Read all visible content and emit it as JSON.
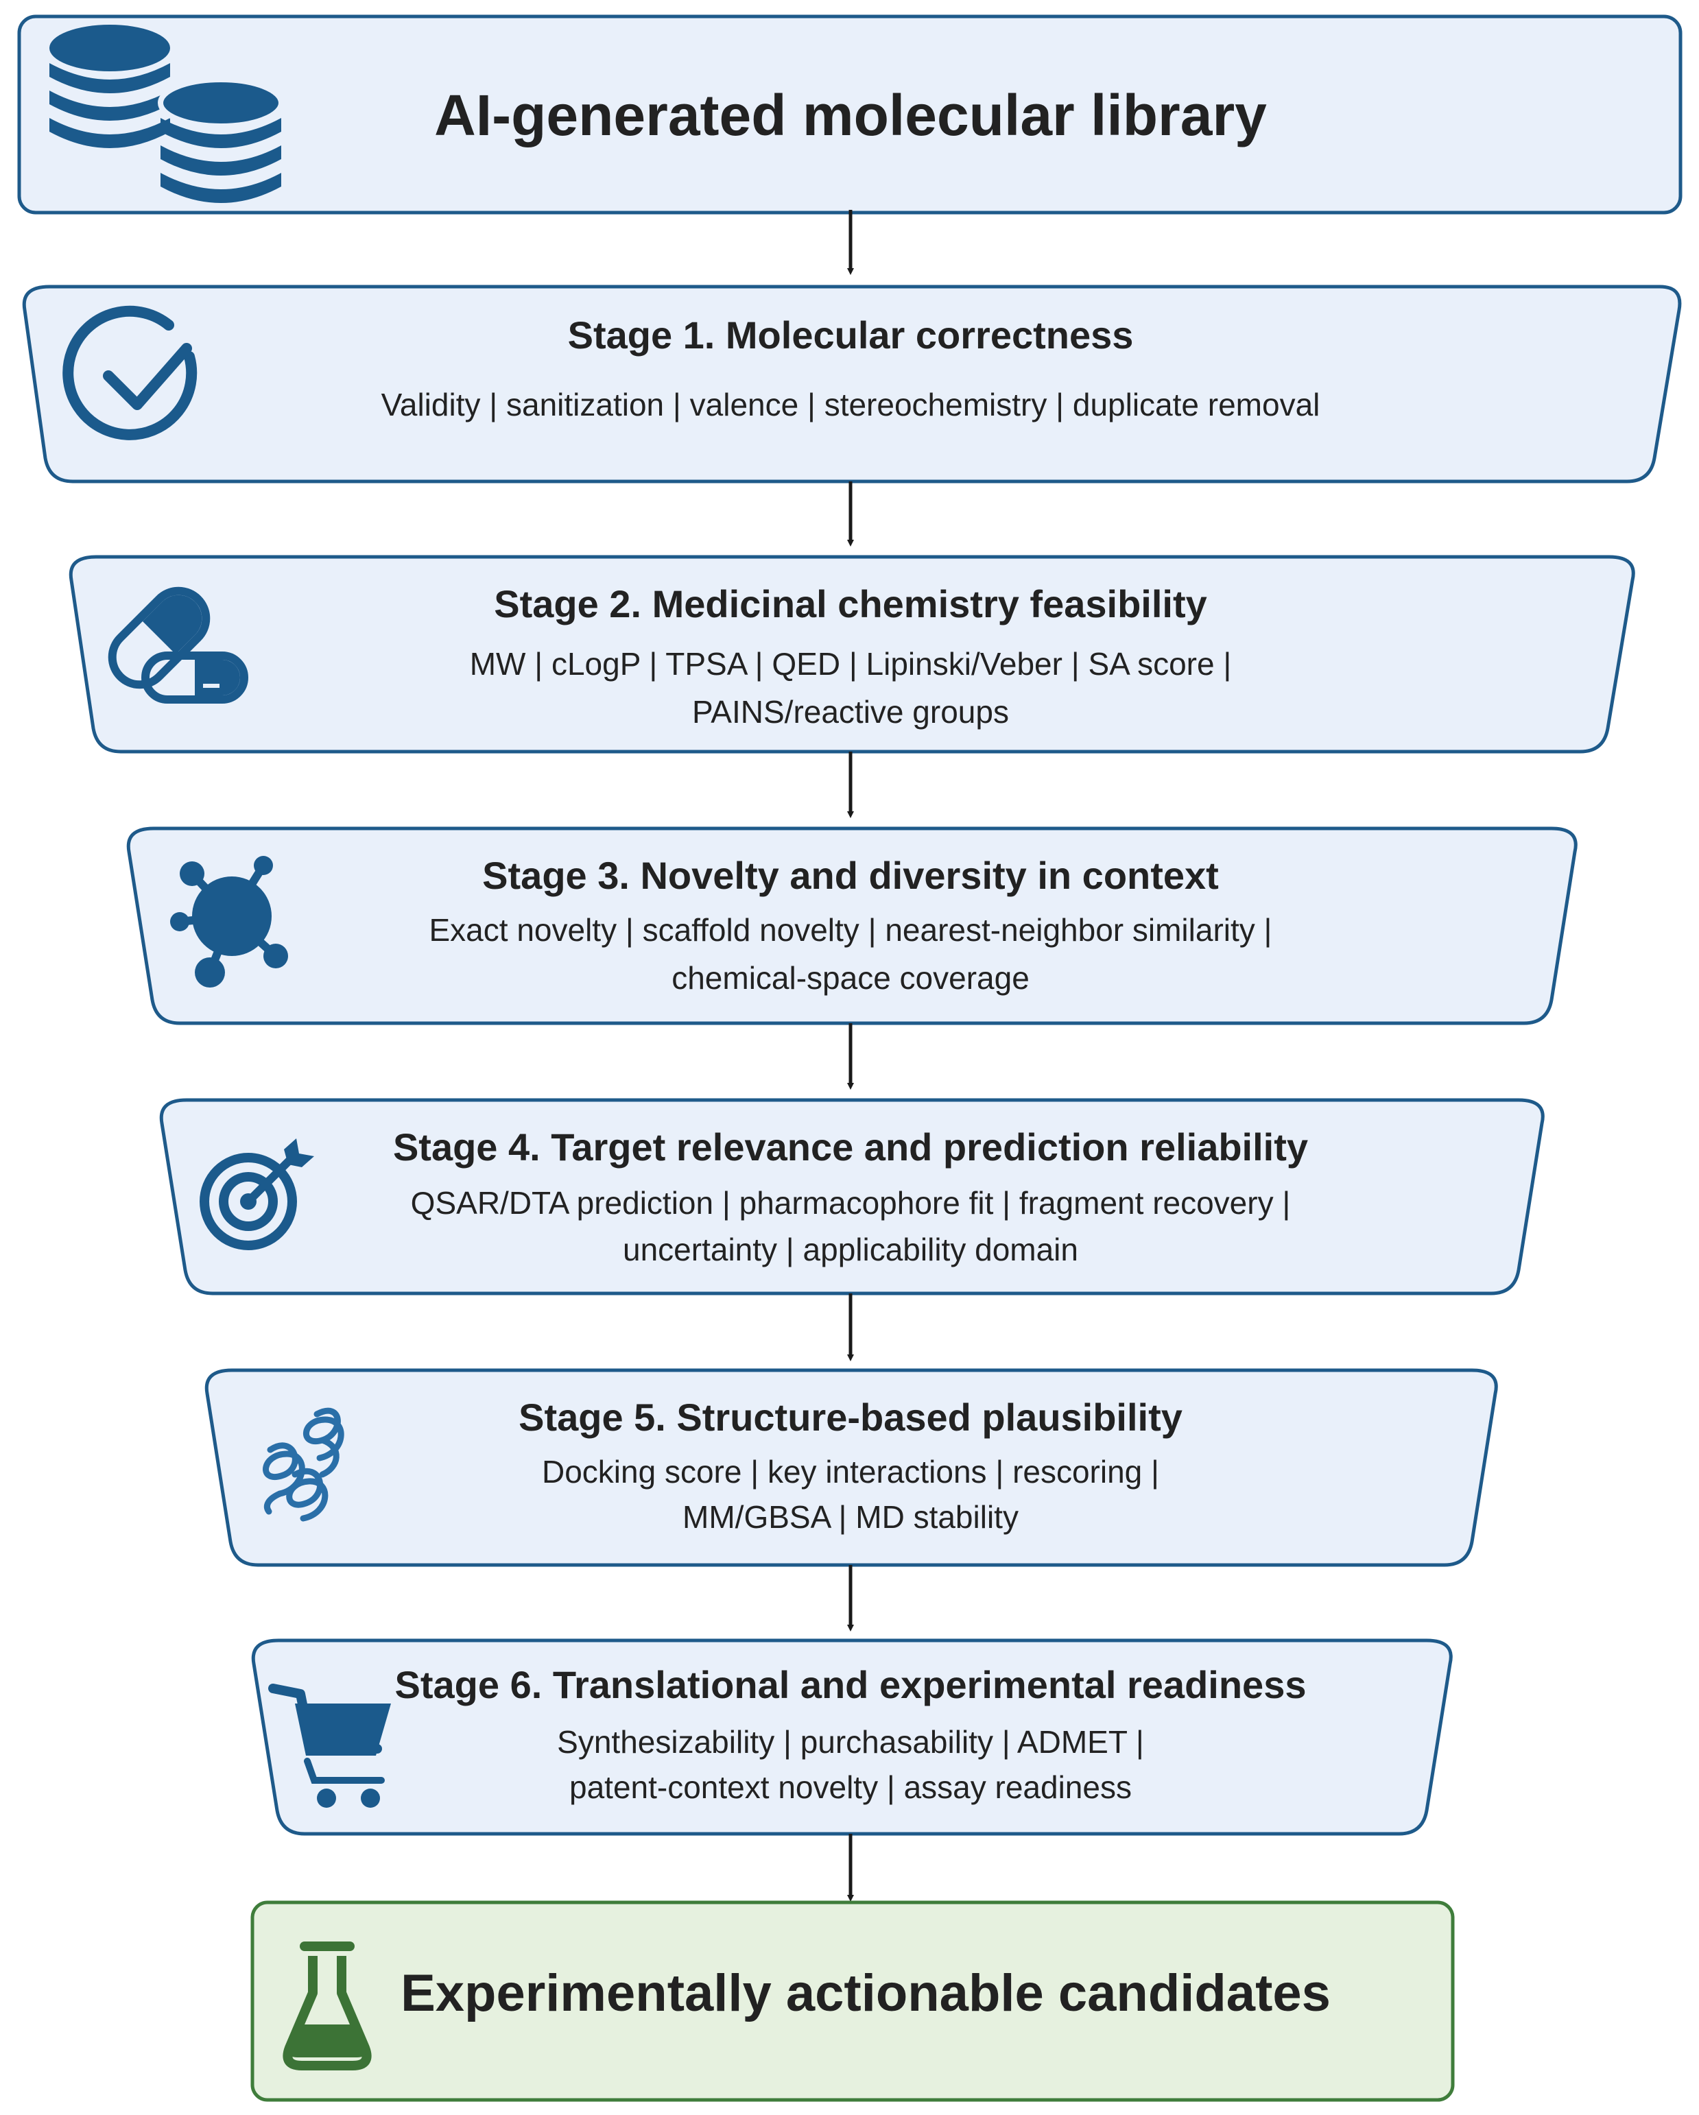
{
  "colors": {
    "box_fill": "#e9f0fa",
    "box_stroke": "#1e5a8a",
    "icon_blue": "#1b5a8c",
    "final_fill": "#e6f1df",
    "final_stroke": "#3f7d3b",
    "final_icon": "#3c7336",
    "arrow": "#1a1a1a",
    "text": "#222222"
  },
  "header": {
    "title": "AI-generated molecular library",
    "icon": "database-stack-icon"
  },
  "stages": [
    {
      "title": "Stage 1. Molecular correctness",
      "lines": [
        "Validity | sanitization | valence | stereochemistry | duplicate removal"
      ],
      "icon": "check-circle-icon"
    },
    {
      "title": "Stage 2. Medicinal chemistry feasibility",
      "lines": [
        "MW | cLogP | TPSA | QED | Lipinski/Veber | SA score |",
        "PAINS/reactive groups"
      ],
      "icon": "pill-capsule-icon"
    },
    {
      "title": "Stage 3. Novelty and diversity in context",
      "lines": [
        "Exact novelty | scaffold novelty | nearest-neighbor similarity |",
        "chemical-space coverage"
      ],
      "icon": "molecule-node-icon"
    },
    {
      "title": "Stage 4. Target relevance and prediction reliability",
      "lines": [
        "QSAR/DTA prediction | pharmacophore fit | fragment recovery |",
        "uncertainty | applicability domain"
      ],
      "icon": "target-dart-icon"
    },
    {
      "title": "Stage 5. Structure-based plausibility",
      "lines": [
        "Docking score | key interactions | rescoring |",
        "MM/GBSA | MD stability"
      ],
      "icon": "protein-ribbon-icon"
    },
    {
      "title": "Stage 6. Translational and experimental readiness",
      "lines": [
        "Synthesizability | purchasability | ADMET |",
        "patent-context novelty | assay readiness"
      ],
      "icon": "shopping-cart-icon"
    }
  ],
  "final": {
    "title": "Experimentally actionable candidates",
    "icon": "flask-icon"
  }
}
